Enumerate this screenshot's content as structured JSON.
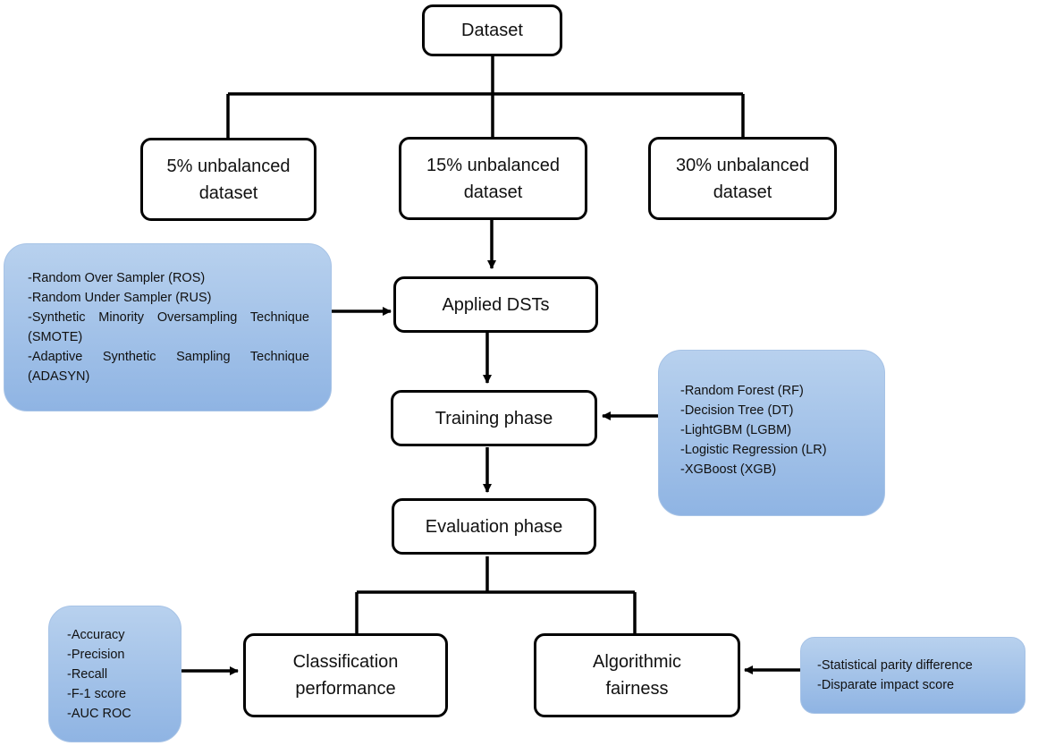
{
  "nodes": {
    "dataset": "Dataset",
    "unbalanced_5": "5% unbalanced\ndataset",
    "unbalanced_15": "15% unbalanced\ndataset",
    "unbalanced_30": "30% unbalanced\ndataset",
    "applied_dsts": "Applied DSTs",
    "training_phase": "Training phase",
    "evaluation_phase": "Evaluation phase",
    "classification_performance": "Classification\nperformance",
    "algorithmic_fairness": "Algorithmic\nfairness"
  },
  "notes": {
    "dsts": [
      "-Random Over Sampler (ROS)",
      "-Random Under Sampler (RUS)",
      "-Synthetic Minority Oversampling Technique (SMOTE)",
      "-Adaptive Synthetic Sampling Technique (ADASYN)"
    ],
    "models": [
      "-Random Forest (RF)",
      "-Decision Tree (DT)",
      "-LightGBM (LGBM)",
      "-Logistic Regression (LR)",
      "-XGBoost (XGB)"
    ],
    "classification_metrics": [
      "-Accuracy",
      "-Precision",
      "-Recall",
      "-F-1 score",
      "-AUC ROC"
    ],
    "fairness_metrics": [
      "-Statistical parity difference",
      "-Disparate impact score"
    ]
  },
  "colors": {
    "note_fill_top": "#b8d1ee",
    "note_fill_bottom": "#8fb4e3",
    "box_border": "#000000",
    "connector": "#000000"
  }
}
